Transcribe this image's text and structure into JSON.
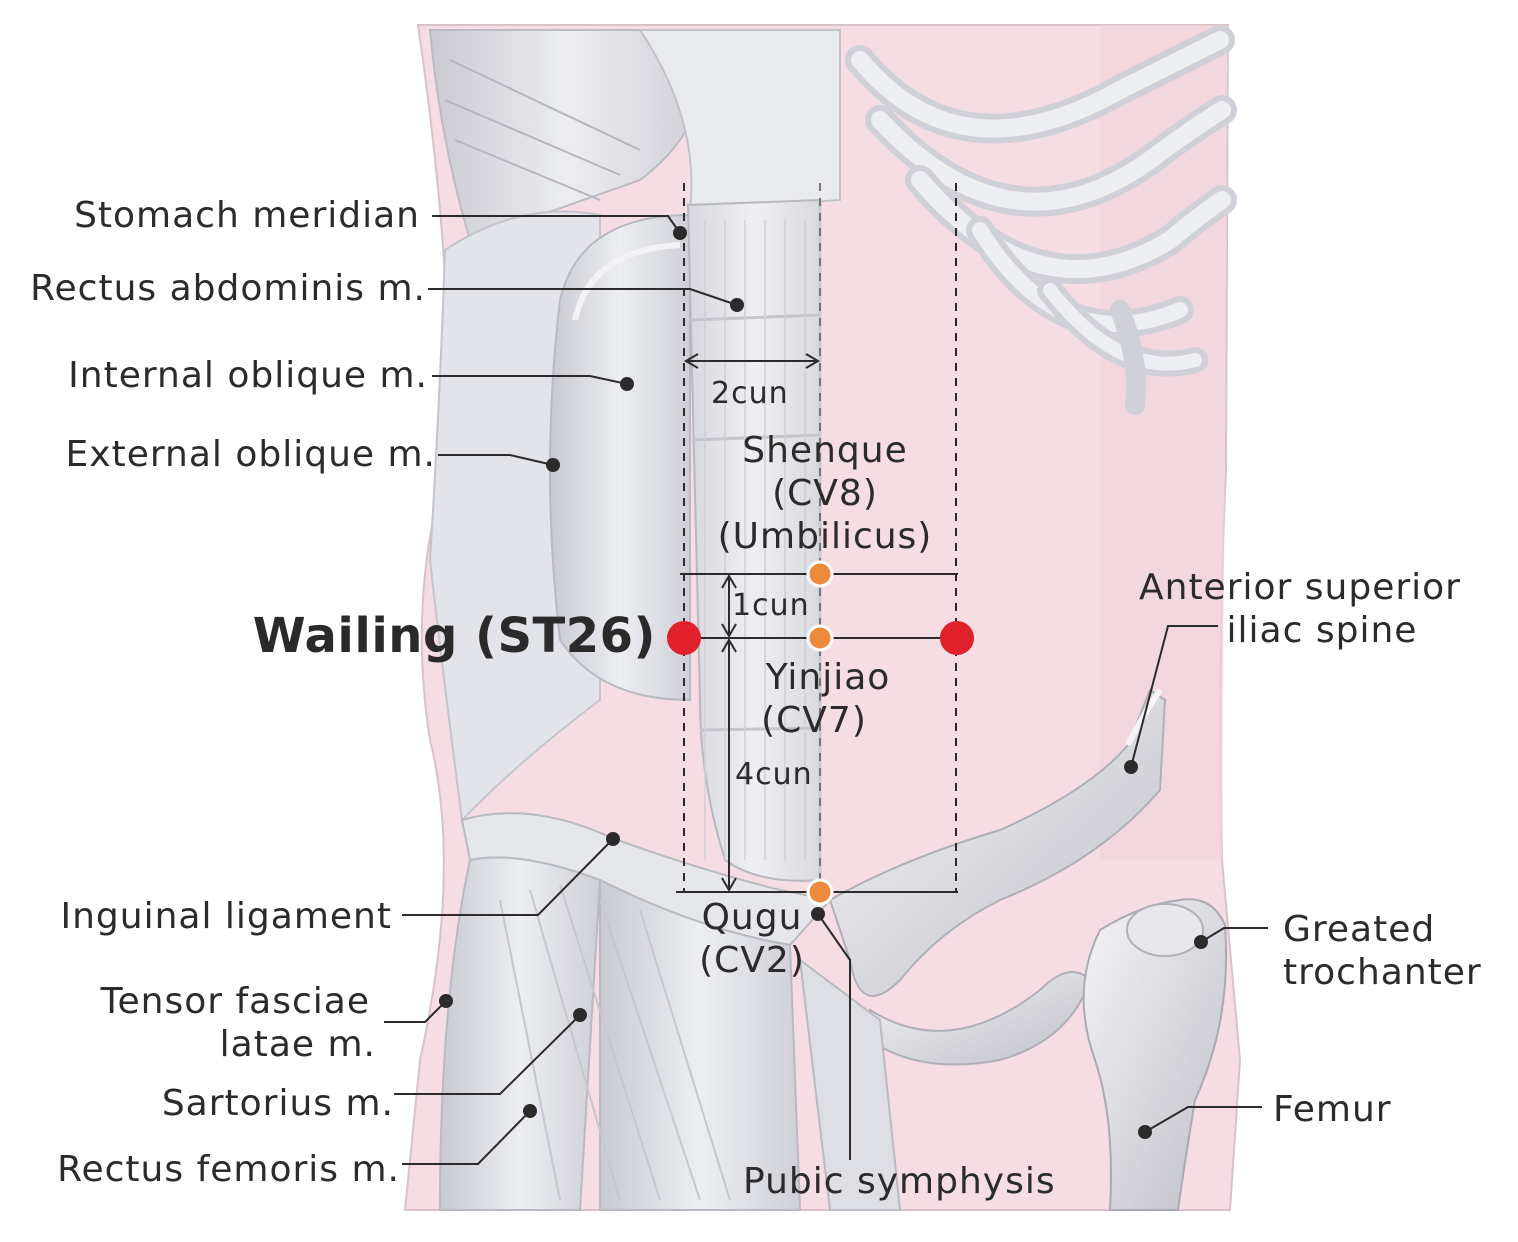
{
  "main_point": {
    "name": "Wailing (ST26)",
    "color": "#e0202a"
  },
  "ref_points": {
    "shenque": [
      "Shenque",
      "(CV8)",
      "(Umbilicus)"
    ],
    "yinjiao": [
      "Yinjiao",
      "(CV7)"
    ],
    "qugu": [
      "Qugu",
      "(CV2)"
    ],
    "color": "#ee8a3c"
  },
  "measurements": {
    "m2": "2cun",
    "m1": "1cun",
    "m4": "4cun"
  },
  "labels_left": {
    "stomach_meridian": "Stomach meridian",
    "rectus_abdominis": "Rectus abdominis m.",
    "internal_oblique": "Internal oblique m.",
    "external_oblique": "External oblique m.",
    "inguinal_ligament": "Inguinal ligament",
    "tensor_fasciae": [
      "Tensor fasciae",
      "latae m."
    ],
    "sartorius": "Sartorius m.",
    "rectus_femoris": "Rectus femoris m."
  },
  "labels_right": {
    "asis": [
      "Anterior superior",
      "iliac spine"
    ],
    "greater_trochanter": [
      "Greated",
      "trochanter"
    ],
    "femur": "Femur",
    "pubic_symphysis": "Pubic symphysis"
  },
  "colors": {
    "skin": "#f6dce3",
    "muscle": "#dcdde2",
    "bone": "#e4e4e8",
    "text": "#2b2b2b"
  }
}
